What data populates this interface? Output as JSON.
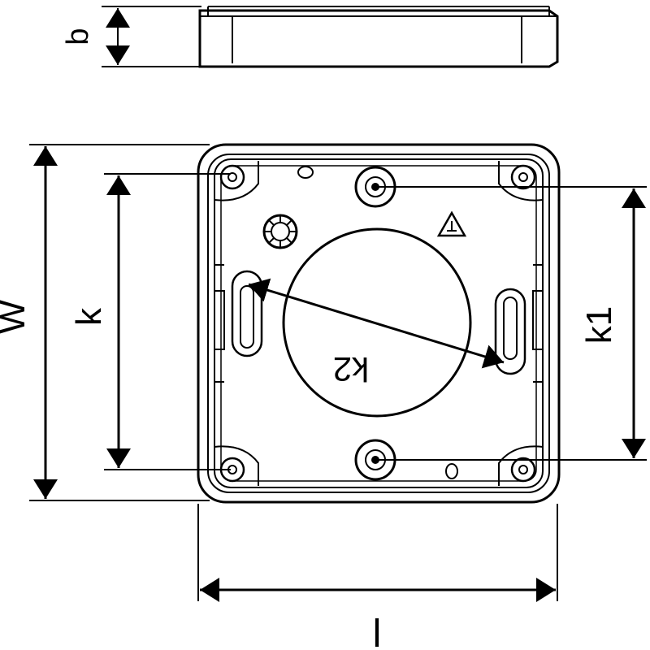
{
  "drawing": {
    "type": "dimension-drawing",
    "labels": {
      "height": "b",
      "width": "W",
      "hole_spacing_vertical": "k",
      "hole_spacing_right": "k1",
      "hole_spacing_diagonal": "k2",
      "length": "l"
    },
    "colors": {
      "line": "#000000",
      "background": "#ffffff"
    }
  }
}
